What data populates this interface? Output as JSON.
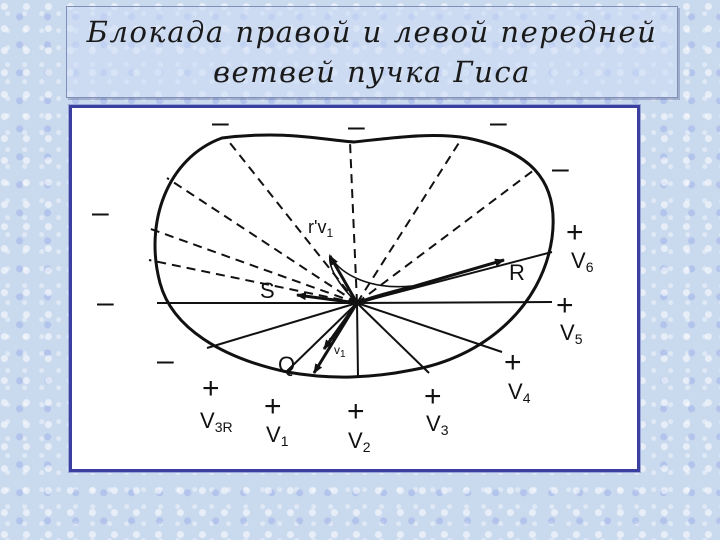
{
  "title": {
    "line1": "Блокада правой и левой передней",
    "line2": "ветвей пучка Гиса"
  },
  "diagram": {
    "signs": {
      "positive": "+",
      "negative": "–"
    },
    "leads": [
      {
        "key": "v6",
        "letter": "V",
        "sub": "6"
      },
      {
        "key": "v5",
        "letter": "V",
        "sub": "5"
      },
      {
        "key": "v4",
        "letter": "V",
        "sub": "4"
      },
      {
        "key": "v3",
        "letter": "V",
        "sub": "3"
      },
      {
        "key": "v2",
        "letter": "V",
        "sub": "2"
      },
      {
        "key": "v1",
        "letter": "V",
        "sub": "1"
      },
      {
        "key": "v3r",
        "letter": "V",
        "sub": "3R"
      }
    ],
    "vectors": {
      "r_prime_v1": {
        "main": "r'",
        "letter": "v",
        "sub": "1"
      },
      "r_v1": {
        "main": "r",
        "letter": "v",
        "sub": "1"
      },
      "R": "R",
      "S": "S",
      "Q": "Q"
    }
  }
}
